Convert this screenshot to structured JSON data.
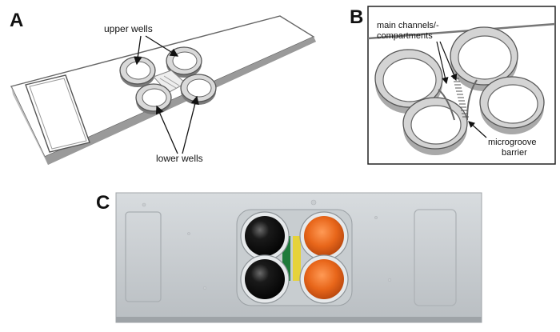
{
  "panels": {
    "a": {
      "letter": "A",
      "upper_wells_label": "upper wells",
      "lower_wells_label": "lower wells"
    },
    "b": {
      "letter": "B",
      "main_channels_line1": "main channels/-",
      "main_channels_line2": "compartments",
      "microgroove_line1": "microgroove",
      "microgroove_line2": "barrier"
    },
    "c": {
      "letter": "C",
      "left_well_color": "#1a1a1a",
      "right_well_color": "#e8661a",
      "left_channel_color": "#1e7a3a",
      "right_channel_color": "#e6d23a"
    }
  }
}
